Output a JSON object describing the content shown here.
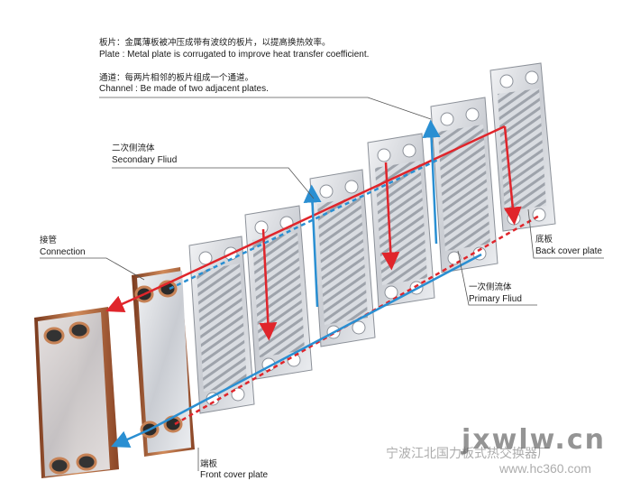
{
  "labels": {
    "plate_zh": "板片：金属薄板被冲压成带有波纹的板片，以提高换热效率。",
    "plate_en": "Plate : Metal plate is corrugated to improve heat transfer coefficient.",
    "channel_zh": "通道：每两片相邻的板片组成一个通道。",
    "channel_en": "Channel : Be made of two adjacent plates.",
    "secondary_zh": "二次侧流体",
    "secondary_en": "Secondary Fliud",
    "connection_zh": "接管",
    "connection_en": "Connection",
    "back_zh": "底板",
    "back_en": "Back cover plate",
    "primary_zh": "一次侧流体",
    "primary_en": "Primary Fliud",
    "front_zh": "端板",
    "front_en": "Front cover plate"
  },
  "watermark": {
    "site": "jxwlw.cn",
    "company": "宁波江北国力板式热交换器厂",
    "hc": "www.hc360.com"
  },
  "colors": {
    "primary_flow": "#e0252b",
    "secondary_flow": "#2a8fd2",
    "copper": "#b5663a",
    "steel": "#d4d7dc"
  }
}
